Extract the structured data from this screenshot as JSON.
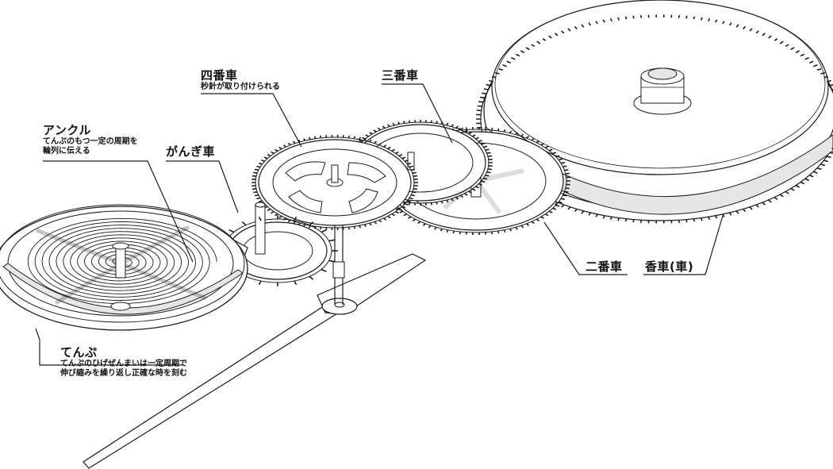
{
  "labels": {
    "yonbansha": {
      "title": "四番車",
      "desc": "秒針が取り付けられる"
    },
    "sanbansha": {
      "title": "三番車"
    },
    "ankle": {
      "title": "アンクル",
      "desc_line1": "てんぷのもつ一定の周期を",
      "desc_line2": "輪列に伝える"
    },
    "gangisha": {
      "title": "がんぎ車"
    },
    "nibansha": {
      "title": "二番車"
    },
    "kousha": {
      "title": "香車(車)"
    },
    "tenpu": {
      "title": "てんぷ",
      "desc_line1": "てんぷのひげぜんまいは一定周期で",
      "desc_line2": "伸び縮みを繰り返し正確な時を刻む"
    }
  },
  "colors": {
    "line": "#1a1a1a",
    "fill": "#ffffff",
    "shade": "#e6e6e6"
  }
}
